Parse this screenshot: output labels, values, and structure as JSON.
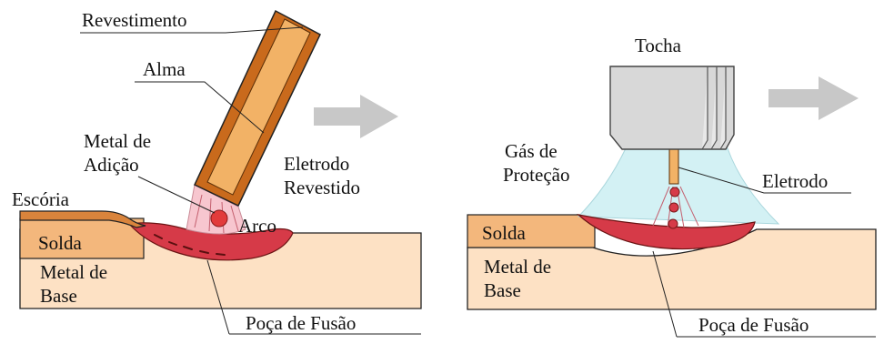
{
  "left_panel": {
    "labels": {
      "coating": "Revestimento",
      "core": "Alma",
      "filler_line1": "Metal de",
      "filler_line2": "Adição",
      "electrode_line1": "Eletrodo",
      "electrode_line2": "Revestido",
      "slag": "Escória",
      "arc": "Arco",
      "weld": "Solda",
      "base_line1": "Metal de",
      "base_line2": "Base",
      "pool": "Poça de Fusão"
    }
  },
  "right_panel": {
    "labels": {
      "torch": "Tocha",
      "gas_line1": "Gás de",
      "gas_line2": "Proteção",
      "electrode": "Eletrodo",
      "weld": "Solda",
      "base_line1": "Metal de",
      "base_line2": "Base",
      "pool": "Poça de Fusão"
    }
  },
  "colors": {
    "base_metal": "#fde1c4",
    "weld": "#f3b77c",
    "slag": "#d9843c",
    "pool": "#d63a48",
    "electrode_coating": "#c96a1c",
    "electrode_core": "#f2b266",
    "arc": "#f7c6cf",
    "shielding_gas": "#d3f1f4",
    "torch": "#d8d8d8",
    "arrow": "#c8c8c8"
  }
}
